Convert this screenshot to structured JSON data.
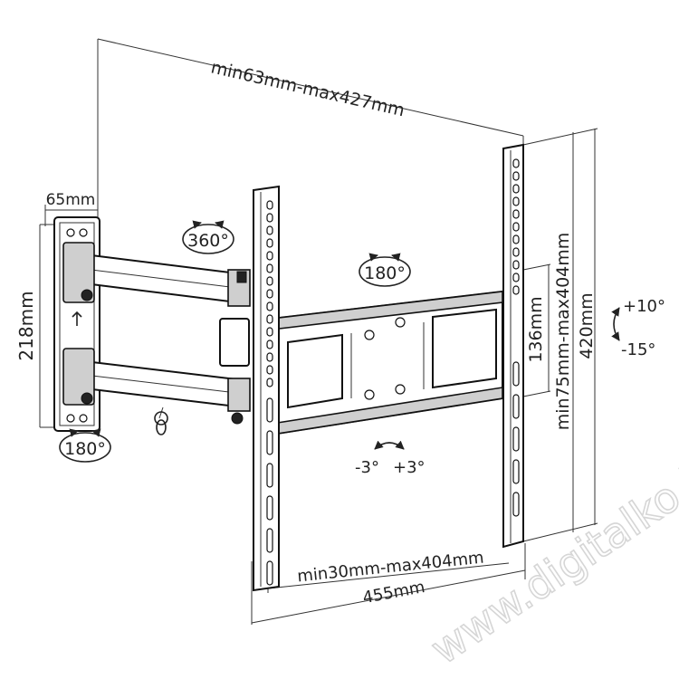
{
  "dimensions": {
    "total_depth": "min63mm-max427mm",
    "wall_plate_depth": "65mm",
    "wall_plate_height": "218mm",
    "bracket_inner_height": "136mm",
    "vertical_hole_range": "min75mm-max404mm",
    "bracket_height": "420mm",
    "horizontal_hole_range": "min30mm-max404mm",
    "bracket_width": "455mm"
  },
  "rotation": {
    "swivel_arm": "360°",
    "swivel_tv": "180°",
    "swivel_wall": "180°",
    "tilt_up": "+10°",
    "tilt_down": "-15°",
    "level_left": "-3°",
    "level_right": "+3°"
  },
  "watermark": "www.digitalko.hu",
  "colors": {
    "line": "#111111",
    "fill_light": "#cfcfcf",
    "watermark": "#d6d6d6"
  }
}
